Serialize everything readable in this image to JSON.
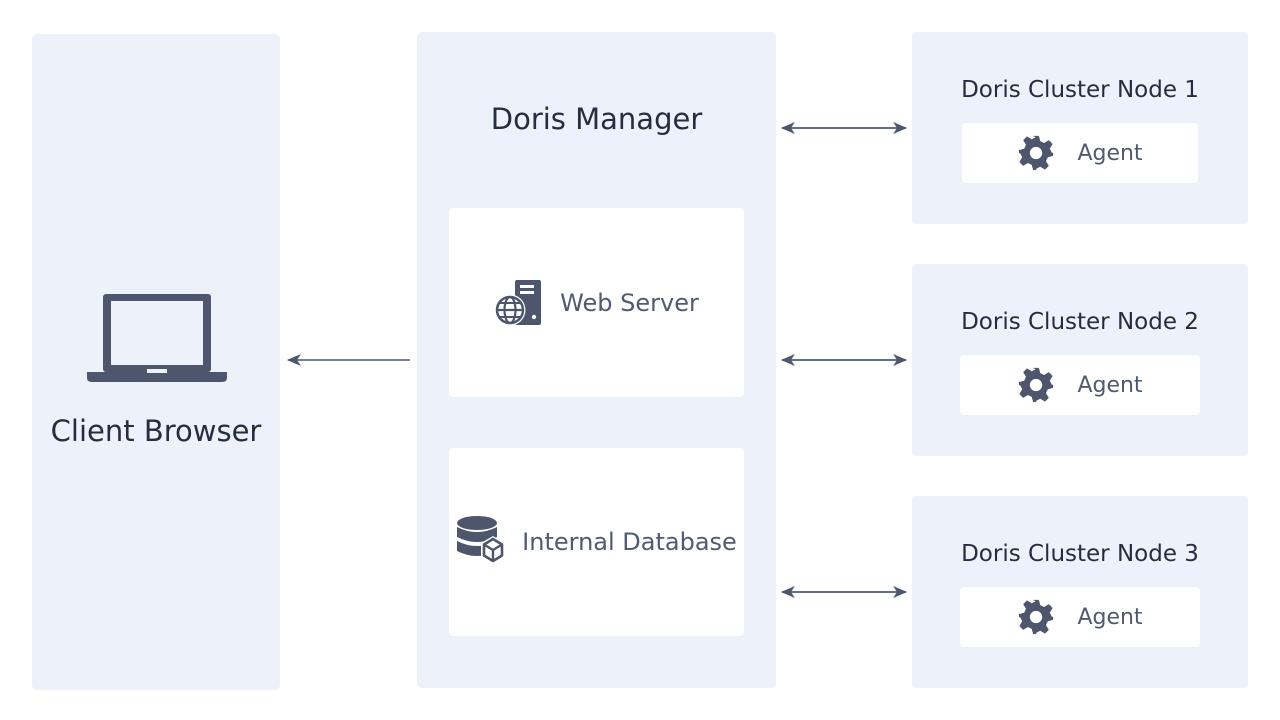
{
  "client": {
    "label": "Client Browser",
    "icon": "laptop-icon"
  },
  "manager": {
    "title": "Doris Manager",
    "components": [
      {
        "label": "Web Server",
        "icon": "web-server-icon"
      },
      {
        "label": "Internal Database",
        "icon": "database-icon"
      }
    ]
  },
  "nodes": [
    {
      "title": "Doris Cluster Node 1",
      "agent": "Agent",
      "icon": "gear-icon"
    },
    {
      "title": "Doris Cluster Node 2",
      "agent": "Agent",
      "icon": "gear-icon"
    },
    {
      "title": "Doris Cluster Node 3",
      "agent": "Agent",
      "icon": "gear-icon"
    }
  ],
  "colors": {
    "panel": "#edf1f9",
    "card": "#ffffff",
    "icon": "#4d566c",
    "arrow": "#4d566c",
    "text": "#252d40"
  }
}
